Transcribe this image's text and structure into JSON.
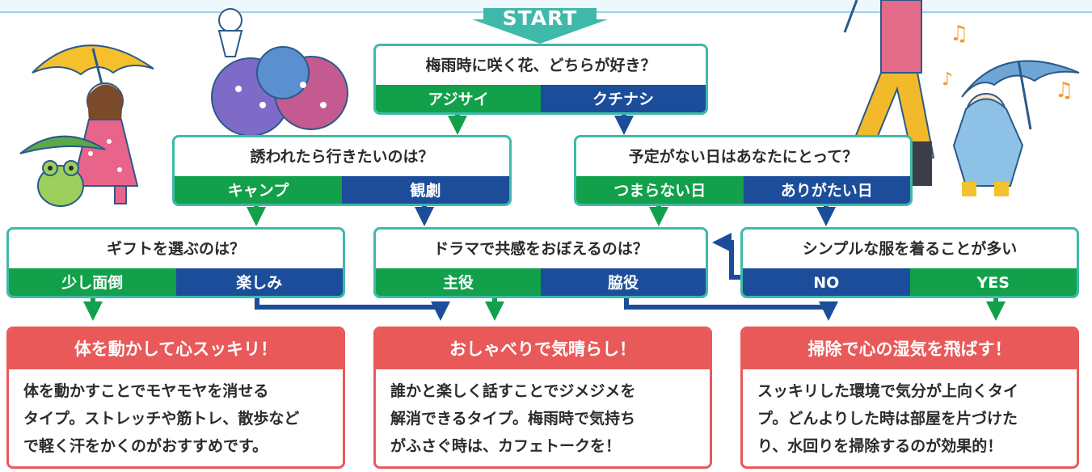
{
  "start_label": "START",
  "questions": {
    "q1": {
      "text": "梅雨時に咲く花、どちらが好き？",
      "left": "アジサイ",
      "right": "クチナシ"
    },
    "q2": {
      "text": "誘われたら行きたいのは？",
      "left": "キャンプ",
      "right": "観劇"
    },
    "q3": {
      "text": "予定がない日はあなたにとって？",
      "left": "つまらない日",
      "right": "ありがたい日"
    },
    "q4": {
      "text": "ギフトを選ぶのは？",
      "left": "少し面倒",
      "right": "楽しみ"
    },
    "q5": {
      "text": "ドラマで共感をおぼえるのは？",
      "left": "主役",
      "right": "脇役"
    },
    "q6": {
      "text": "シンプルな服を着ることが多い",
      "left": "NO",
      "right": "YES"
    }
  },
  "results": {
    "r1": {
      "title": "体を動かして心スッキリ！",
      "lines": [
        "体を動かすことでモヤモヤを消せる",
        "タイプ。ストレッチや筋トレ、散歩など",
        "で軽く汗をかくのがおすすめです。"
      ]
    },
    "r2": {
      "title": "おしゃべりで気晴らし！",
      "lines": [
        "誰かと楽しく話すことでジメジメを",
        "解消できるタイプ。梅雨時で気持ち",
        "がふさぐ時は、カフェトークを！"
      ]
    },
    "r3": {
      "title": "掃除で心の湿気を飛ばす！",
      "lines": [
        "スッキリした環境で気分が上向くタイ",
        "プ。どんよりした時は部屋を片づけた",
        "り、水回りを掃除するのが効果的！"
      ]
    }
  },
  "colors": {
    "green": "#12a04b",
    "blue": "#1c4d9a",
    "teal": "#3fb9a9",
    "red": "#e9595a"
  },
  "icons": [
    "umbrella-girl-illustration",
    "frog-illustration",
    "teru-teru-bozu-illustration",
    "hydrangea-illustration",
    "walking-person-illustration",
    "child-raincoat-illustration",
    "music-note-icon"
  ]
}
